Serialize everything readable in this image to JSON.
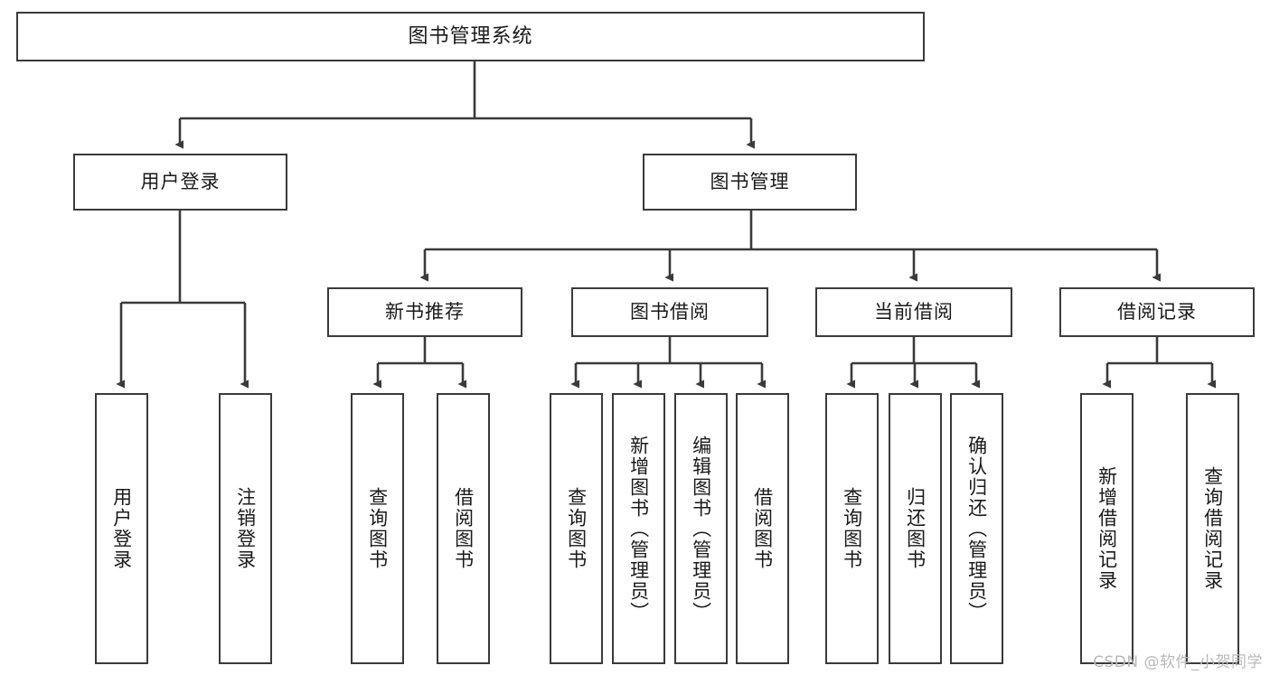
{
  "diagram": {
    "title": "图书管理系统",
    "type": "function-structure-tree",
    "line_color": "#3a3a3a",
    "box_fill": "#ffffff",
    "text_color": "#1a1a1a",
    "watermark": "CSDN @软件_小贺同学"
  },
  "nodes": {
    "root": {
      "label": "图书管理系统"
    },
    "level1": [
      {
        "label": "用户登录"
      },
      {
        "label": "图书管理"
      }
    ],
    "level2": [
      {
        "label": "新书推荐"
      },
      {
        "label": "图书借阅"
      },
      {
        "label": "当前借阅"
      },
      {
        "label": "借阅记录"
      }
    ],
    "leaves_user_login": [
      {
        "label": "用户登录"
      },
      {
        "label": "注销登录"
      }
    ],
    "leaves_new_book": [
      {
        "label": "查询图书"
      },
      {
        "label": "借阅图书"
      }
    ],
    "leaves_borrow": [
      {
        "label": "查询图书"
      },
      {
        "label": "新增图书（管理员）"
      },
      {
        "label": "编辑图书（管理员）"
      },
      {
        "label": "借阅图书"
      }
    ],
    "leaves_current": [
      {
        "label": "查询图书"
      },
      {
        "label": "归还图书"
      },
      {
        "label": "确认归还（管理员）"
      }
    ],
    "leaves_record": [
      {
        "label": "新增借阅记录"
      },
      {
        "label": "查询借阅记录"
      }
    ]
  }
}
